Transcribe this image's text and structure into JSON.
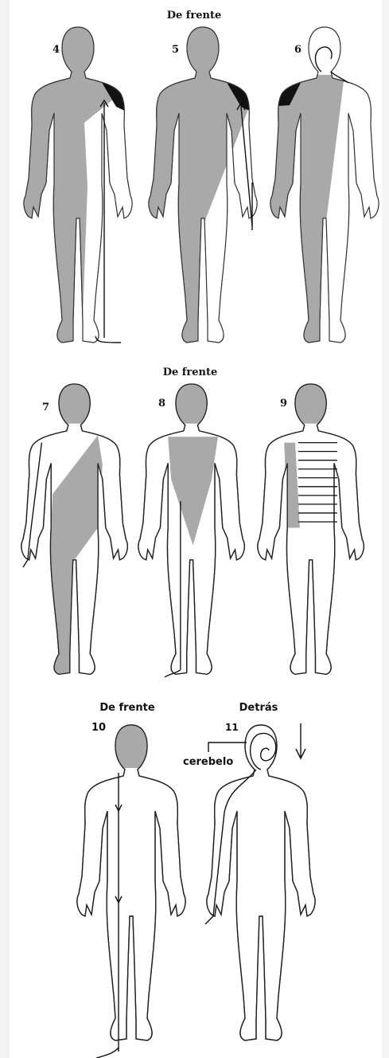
{
  "panels": [
    {
      "id": "top",
      "heading": "De frente",
      "figures": [
        {
          "number": "4"
        },
        {
          "number": "5"
        },
        {
          "number": "6"
        }
      ]
    },
    {
      "id": "middle",
      "heading": "De frente",
      "figures": [
        {
          "number": "7"
        },
        {
          "number": "8"
        },
        {
          "number": "9"
        }
      ]
    },
    {
      "id": "bottom",
      "figures": [
        {
          "number": "10",
          "heading": "De frente"
        },
        {
          "number": "11",
          "heading": "Detrás",
          "label": "cerebelo"
        }
      ]
    }
  ],
  "colors": {
    "shade": "#a9a9a9",
    "outline": "#222222",
    "highlight": "#111111"
  }
}
